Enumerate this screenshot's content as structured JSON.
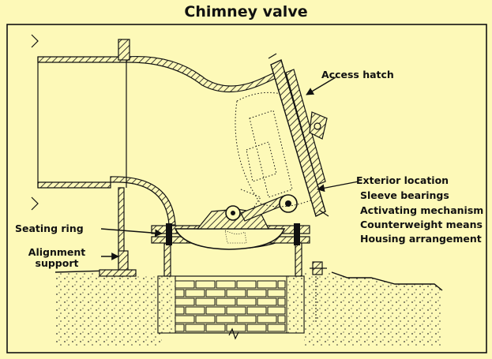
{
  "title": "Chimney valve",
  "labels": {
    "access_hatch": "Access hatch",
    "exterior_location": "Exterior location",
    "sleeve_bearings": "Sleeve bearings",
    "activating_mechanism": "Activating mechanism",
    "counterweight_means": "Counterweight means",
    "housing_arrangement": "Housing arrangement",
    "seating_ring": "Seating ring",
    "alignment_support_line1": "Alignment",
    "alignment_support_line2": "support"
  },
  "colors": {
    "background": "#fdf9b8",
    "ink": "#111111",
    "hatch_fill": "#f1ead0"
  }
}
